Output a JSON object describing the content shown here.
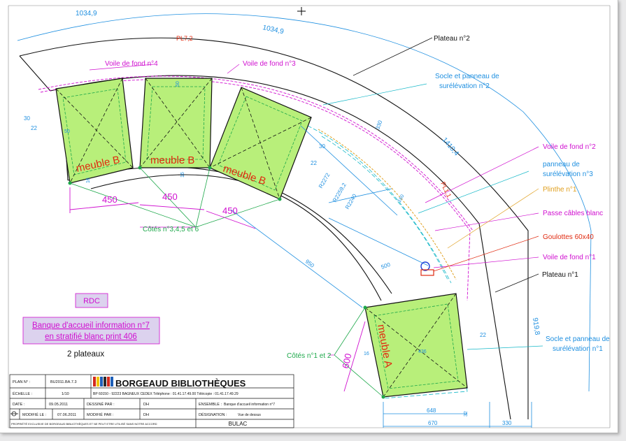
{
  "dimensions": {
    "top_arc_1": "1034,9",
    "top_arc_2": "1034,9",
    "right_arc": "1410,4",
    "right_lower": "919,8",
    "pl72": "PL7,2",
    "pl11": "PL1,1",
    "w450_a": "450",
    "w450_b": "450",
    "w450_c": "450",
    "d600": "600",
    "b648": "648",
    "b670": "670",
    "b330": "330",
    "d330": "330",
    "d950": "950",
    "d500": "500",
    "r2272": "R2272",
    "r2259": "R2259,2",
    "r2240": "R2240",
    "n30": "30",
    "n22": "22",
    "n16": "16",
    "n50": "50",
    "n160": "160",
    "n436": "436",
    "n32": "32"
  },
  "modules": {
    "b1": "meuble B",
    "b2": "meuble B",
    "b3": "meuble B",
    "a": "meuble A"
  },
  "callouts": {
    "plateau2": "Plateau n°2",
    "plateau1": "Plateau n°1",
    "socle2_l1": "Socle et panneau de",
    "socle2_l2": "surélévation n°2",
    "voile4": "Voile de fond n°4",
    "voile3": "Voile de fond n°3",
    "voile2": "Voile de fond n°2",
    "voile1": "Voile de fond n°1",
    "panneau3_l1": "panneau de",
    "panneau3_l2": "surélévation n°3",
    "plinthe": "Plinthe n°1",
    "passe": "Passe câbles blanc",
    "goulottes": "Goulottes 60x40",
    "socle1_l1": "Socle et panneau de",
    "socle1_l2": "surélévation n°1",
    "cotes345": "Côtés n°3,4,5 et 6",
    "cotes12": "Côtés n°1 et 2"
  },
  "info": {
    "rdc": "RDC",
    "title_l1": "Banque d'accueil information n°7",
    "title_l2": "en stratifié blanc print 406",
    "plateaux": "2 plateaux"
  },
  "title_block": {
    "plan_label": "PLAN N° :",
    "plan_value": "BU2011.BA.7.3",
    "echelle_label": "ÉCHELLE :",
    "echelle_value": "1/10",
    "date_label": "DATE :",
    "date_value": "09.05.2011",
    "dessine_label": "DESSINÉ PAR :",
    "dessine_value": "DH",
    "modifie_le_label": "MODIFIÉ LE :",
    "modifie_le_value": "07.06.2011",
    "modifie_par_label": "MODIFIÉ PAR :",
    "modifie_par_value": "DH",
    "ensemble_label": "ENSEMBLE :",
    "ensemble_value": "Banque d'accueil information n°7",
    "designation_label": "DÉSIGNATION :",
    "designation_value": "Vue de dessus",
    "company": "BORGEAUD BIBLIOTHÈQUES",
    "address": "BP 60150 - 92223 BAGNEUX CEDEX  Téléphone : 01.41.17.49.00  Télécopie : 01.41.17.49.29",
    "client": "BULAC",
    "propriete": "PROPRIÉTÉ EXCLUSIVE DE BORGEAUD BIBLIOTHÈQUES ET NE PEUT ETRE UTILISÉ SANS NOTRE ACCORD",
    "logo_colors": [
      "#d42a1e",
      "#f2c400",
      "#1f5fb8",
      "#2a2a2a",
      "#d42a1e",
      "#1f5fb8"
    ]
  },
  "colors": {
    "dimension": "#1e8fe0",
    "callout": "#d010d0",
    "module_fill": "#b8ef7a",
    "module_edge": "#0a0a0a",
    "green": "#1da84a",
    "cyan": "#16b8c8",
    "red": "#e02a10",
    "orange": "#e0a020"
  }
}
